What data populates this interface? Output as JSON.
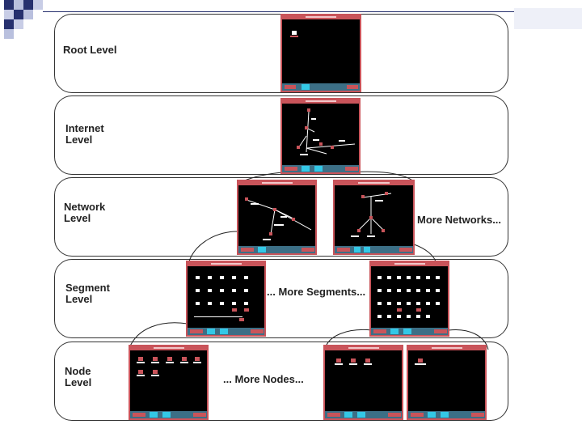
{
  "levels": {
    "root": "Root Level",
    "internet": "Internet\nLevel",
    "network": "Network\nLevel",
    "segment": "Segment\nLevel",
    "node": "Node\nLevel"
  },
  "more": {
    "networks": "More Networks...",
    "segments": "... More Segments...",
    "nodes": "... More Nodes..."
  },
  "colors": {
    "window_border": "#c9545a",
    "screen": "#000000",
    "status_bar": "#3c6f86",
    "accent_cyan": "#33c8e6",
    "corner_navy": "#26306e"
  }
}
